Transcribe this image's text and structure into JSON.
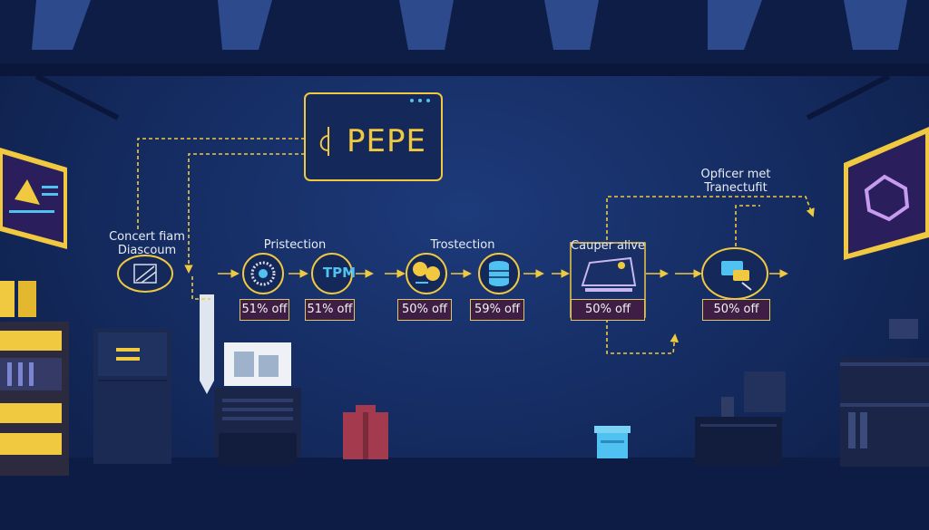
{
  "colors": {
    "background": "#142a5e",
    "accent_yellow": "#f0c940",
    "badge_fill": "#3f1e46",
    "badge_border": "#d9c86a",
    "icon_blue": "#4fc2f2"
  },
  "header_window": {
    "title": "PEPE"
  },
  "nodes": [
    {
      "label": "Concert fiam\nDiascoum",
      "icon": "pattern-icon"
    },
    {
      "label": "Pristection",
      "icon": "dotted-circle-icon"
    },
    {
      "label": "TPM",
      "icon": "tpm-icon"
    },
    {
      "label": "Trostection",
      "icon": "people-icon"
    },
    {
      "label": "",
      "icon": "database-icon"
    },
    {
      "label": "Cauper alive",
      "icon": "machine-icon"
    },
    {
      "label": "Opficer met\nTranectufit",
      "icon": "chat-icon"
    }
  ],
  "badges": [
    "51% off",
    "51% off",
    "50% off",
    "59% off",
    "50% off",
    "50% off"
  ]
}
